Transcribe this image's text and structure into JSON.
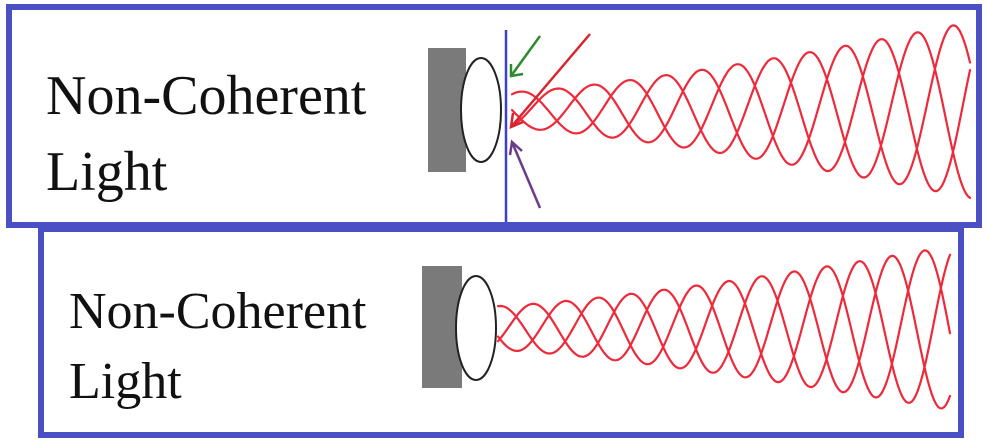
{
  "panels": [
    {
      "label_line1": "Non-Coherent",
      "label_line2": "Light",
      "shows_incident_arrows": true
    },
    {
      "label_line1": "Non-Coherent",
      "label_line2": "Light",
      "shows_incident_arrows": false
    }
  ],
  "colors": {
    "frame": "#4a4fc4",
    "wave": "#ee2a3a",
    "source_block": "#7a7a7a",
    "lens_outline": "#222222",
    "surface_line": "#3a3fd0",
    "arrow_green": "#2e8b2e",
    "arrow_red": "#d9232e",
    "arrow_purple": "#6a3a8c"
  },
  "icons": {
    "light_source": "gray-block-icon",
    "lens": "lens-ellipse-icon",
    "waves": "sine-waves-icon"
  }
}
